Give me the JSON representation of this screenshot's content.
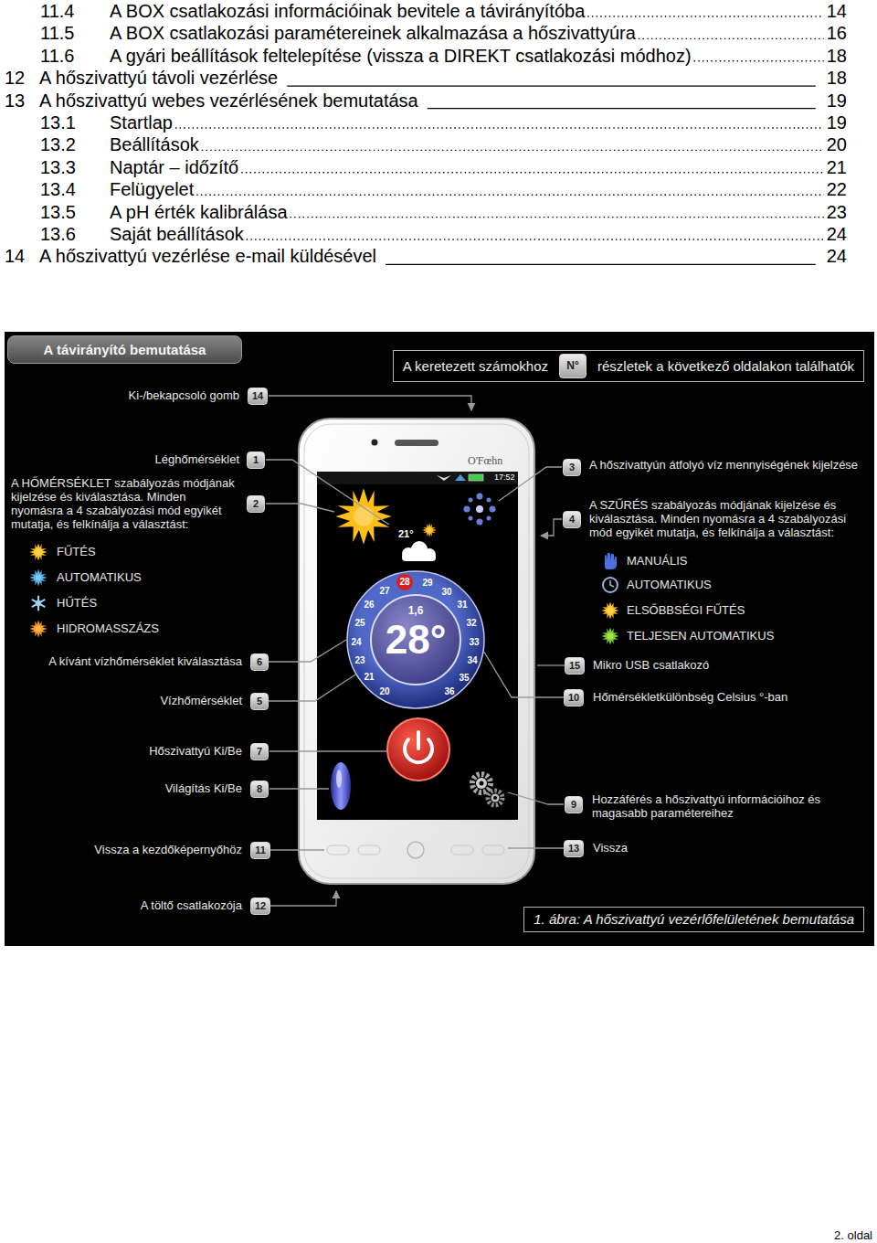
{
  "diagram": {
    "title": "A távirányító bemutatása",
    "caption": "1. ábra: A hőszivattyú vezérlőfelületének bemutatása",
    "nodes": [
      {
        "text": [
          "A keretezett számokhoz",
          "részletek a következő oldalakon találhatók"
        ]
      },
      {
        "text": [
          "N°"
        ],
        "in": 0
      },
      {
        "text": [
          "28°",
          "1,6",
          "28",
          "27",
          "29",
          "26",
          "30",
          "25",
          "31",
          "24",
          "32",
          "23",
          "33",
          "21",
          "34",
          "20",
          "35",
          "36"
        ]
      },
      {
        "text": [
          "14"
        ]
      },
      {
        "text": [
          "1"
        ]
      },
      {
        "text": [
          "3"
        ]
      },
      {
        "text": [
          "2"
        ]
      },
      {
        "text": [
          "4"
        ]
      },
      {
        "text": [
          "6"
        ]
      },
      {
        "text": [
          "15"
        ]
      },
      {
        "text": [
          "5"
        ]
      },
      {
        "text": [
          "10"
        ]
      },
      {
        "text": [
          "7"
        ]
      },
      {
        "text": [
          "8"
        ]
      },
      {
        "text": [
          "9"
        ]
      },
      {
        "text": [
          "11"
        ]
      },
      {
        "text": [
          "13"
        ]
      },
      {
        "text": [
          "12"
        ]
      }
    ],
    "edges": [
      {
        "from": 8,
        "to": 2,
        "arrow": "none"
      },
      {
        "from": 10,
        "to": 2,
        "arrow": "none"
      },
      {
        "from": 11,
        "to": 2,
        "arrow": "none"
      }
    ],
    "labels": [
      "11.4",
      "A BOX csatlakozási információinak bevitele a távirányítóba",
      "14",
      "11.5",
      "A BOX csatlakozási paramétereinek alkalmazása a hőszivattyúra",
      "16",
      "11.6",
      "A gyári beállítások feltelepítése (vissza a DIREKT csatlakozási módhoz)",
      "18",
      "12",
      "A hőszivattyú távoli vezérlése",
      "18",
      "13",
      "A hőszivattyú webes vezérlésének bemutatása",
      "19",
      "13.1",
      "Startlap",
      "19",
      "13.2",
      "Beállítások",
      "20",
      "13.3",
      "Naptár – időzítő",
      "21",
      "13.4",
      "Felügyelet",
      "22",
      "13.5",
      "A pH érték kalibrálása",
      "23",
      "13.6",
      "Saját beállítások",
      "24",
      "14",
      "A hőszivattyú vezérlése e-mail küldésével",
      "24",
      "Ki-/bekapcsoló gomb",
      "Léghőmérséklet",
      "A HŐMÉRSÉKLET szabályozás módjának kijelzése és kiválasztása. Minden nyomásra a 4 szabályozási mód egyikét mutatja, és felkínálja a választást:",
      "FŰTÉS",
      "AUTOMATIKUS",
      "HŰTÉS",
      "HIDROMASSZÁZS",
      "A kívánt vízhőmérséklet kiválasztása",
      "Vízhőmérséklet",
      "Hőszivattyú Ki/Be",
      "Világítás Ki/Be",
      "Vissza a kezdőképernyőhöz",
      "A töltő csatlakozója",
      "A hőszivattyún átfolyó víz mennyiségének kijelzése",
      "A SZŰRÉS szabályozás módjának kijelzése és kiválasztása. Minden nyomásra a 4 szabályozási mód egyikét mutatja, és felkínálja a választást:",
      "MANUÁLIS",
      "AUTOMATIKUS",
      "ELSŐBBSÉGI FŰTÉS",
      "TELJESEN AUTOMATIKUS",
      "Mikro USB csatlakozó",
      "Hőmérsékletkülönbség Celsius °-ban",
      "Hozzáférés a hőszivattyú információihoz és magasabb paramétereihez",
      "Vissza",
      "O'Fœhn",
      "17:52",
      "21°",
      "2. oldal"
    ]
  }
}
